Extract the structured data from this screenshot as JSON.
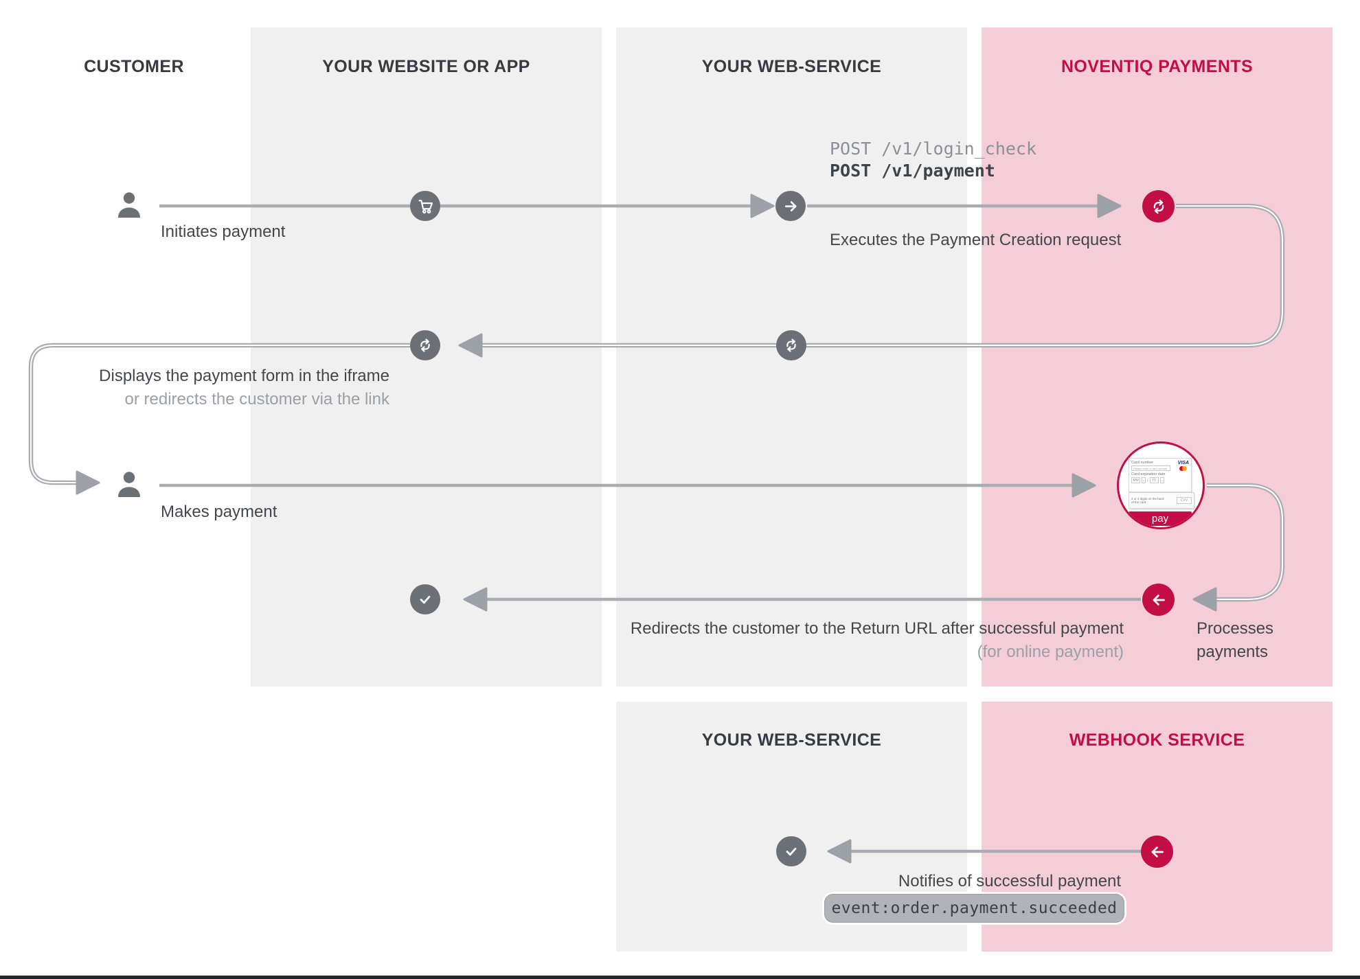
{
  "colors": {
    "accent": "#C30E45",
    "pink_panel": "#F4CDD6",
    "gray_panel": "#F0F0F1",
    "line_gray": "#A9ADB2",
    "icon_gray": "#6B7077"
  },
  "lanes_top": [
    {
      "label": "CUSTOMER",
      "accent": false
    },
    {
      "label": "YOUR WEBSITE OR APP",
      "accent": false
    },
    {
      "label": "YOUR WEB-SERVICE",
      "accent": false
    },
    {
      "label": "NOVENTIQ PAYMENTS",
      "accent": true
    }
  ],
  "lanes_bottom": [
    {
      "label": "YOUR WEB-SERVICE",
      "accent": false
    },
    {
      "label": "WEBHOOK SERVICE",
      "accent": true
    }
  ],
  "steps": {
    "initiates": "Initiates payment",
    "post_login": "POST /v1/login_check",
    "post_payment": "POST /v1/payment",
    "executes": "Executes the Payment Creation request",
    "displays_line1": "Displays the payment form in the iframe",
    "displays_line2": "or redirects the customer via the link",
    "makes": "Makes payment",
    "redirects_line1": "Redirects the customer to the Return URL after successful payment",
    "redirects_line2": "(for online payment)",
    "processes_line1": "Processes",
    "processes_line2": "payments",
    "notifies": "Notifies of successful payment",
    "event_badge": "event:order.payment.succeeded"
  },
  "payment_widget": {
    "card_number_label": "Card number",
    "card_number_placeholder": "Please enter a card number",
    "visa": "VISA",
    "expiry_label": "Card expiration date",
    "mm": "MM",
    "slash": "/",
    "yy": "YY",
    "cvv_hint": "3 or 4 digits on the back of the card",
    "cvv": "CVV",
    "pay_button": "pay"
  }
}
